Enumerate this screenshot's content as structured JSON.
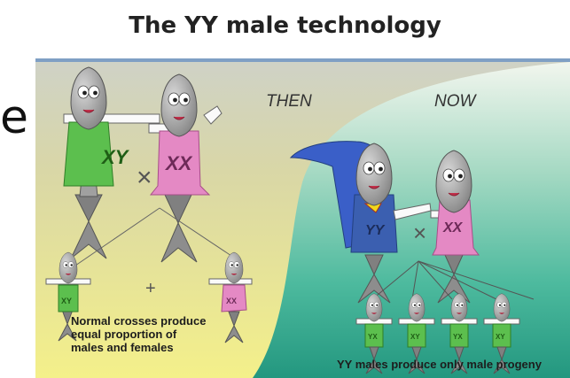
{
  "title": "The YY male technology",
  "left_edge_char": "e",
  "headers": {
    "then": "THEN",
    "now": "NOW"
  },
  "chromosome_labels": {
    "male": "XY",
    "female": "XX",
    "yy_male": "YY",
    "offspring_male": "XY",
    "offspring_female": "XX",
    "progeny": [
      "YX",
      "XY",
      "YX",
      "XY"
    ]
  },
  "symbols": {
    "cross": "×",
    "plus": "+"
  },
  "captions": {
    "left": [
      "Normal crosses produce",
      "equal proportion of",
      "males and females"
    ],
    "right": "YY males produce only male progeny"
  },
  "colors": {
    "male_shirt": "#5cbf4e",
    "female_shirt": "#e489c4",
    "yy_shirt": "#3b5fb0",
    "cape": "#3a5fc8",
    "then_bg": "#d8d3a0",
    "now_bg": "#2d9e8a"
  }
}
